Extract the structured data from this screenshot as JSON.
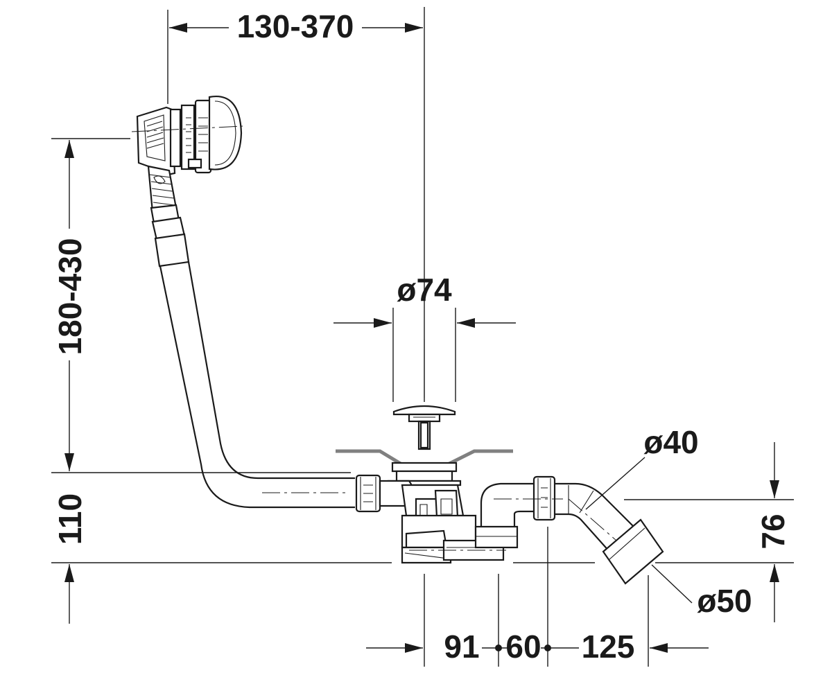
{
  "diagram": {
    "colors": {
      "line": "#1a1a1a",
      "tub_rim": "#808080",
      "background": "#ffffff"
    },
    "dimensions": {
      "overflow_offset": "130-370",
      "overflow_height": "180-430",
      "trap_height": "110",
      "waste_diameter": "ø74",
      "outlet_diameter_inner": "ø40",
      "outlet_diameter_outer": "ø50",
      "outlet_height": "76",
      "spacing_1": "91",
      "spacing_2": "60",
      "spacing_3": "125"
    }
  }
}
